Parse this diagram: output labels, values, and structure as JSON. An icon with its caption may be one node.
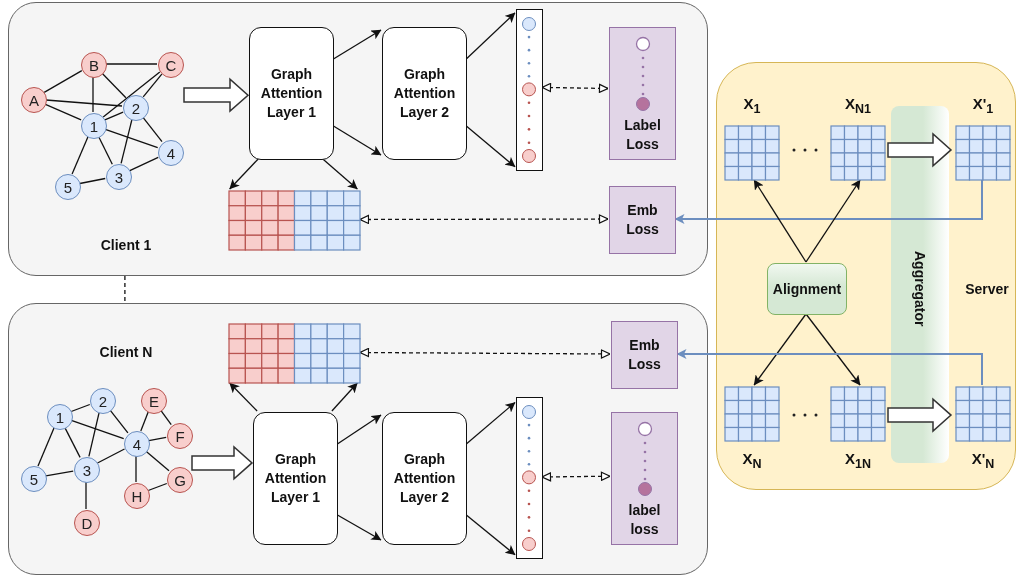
{
  "diagram": {
    "nodes": [
      {
        "text": [
          "Client 1"
        ]
      },
      {
        "text": [
          "A"
        ],
        "in": 0
      },
      {
        "text": [
          "B"
        ],
        "in": 0
      },
      {
        "text": [
          "C"
        ],
        "in": 0
      },
      {
        "text": [
          "1"
        ],
        "in": 0
      },
      {
        "text": [
          "2"
        ],
        "in": 0
      },
      {
        "text": [
          "3"
        ],
        "in": 0
      },
      {
        "text": [
          "4"
        ],
        "in": 0
      },
      {
        "text": [
          "5"
        ],
        "in": 0
      },
      {
        "text": [
          "Graph Attention Layer 1"
        ],
        "in": 0
      },
      {
        "text": [
          "Graph Attention Layer 2"
        ],
        "in": 0
      },
      {
        "text": [],
        "shape": "bar",
        "in": 0
      },
      {
        "text": [
          "Label Loss"
        ],
        "in": 0
      },
      {
        "text": [],
        "shape": "grid",
        "in": 0
      },
      {
        "text": [
          "Emb Loss"
        ],
        "in": 0
      },
      {
        "text": [
          "Server"
        ]
      },
      {
        "text": [
          "X$_{1}$"
        ],
        "in": 15
      },
      {
        "text": [
          "X$_{N1}$"
        ],
        "in": 15
      },
      {
        "text": [
          "Aggregator"
        ],
        "in": 15
      },
      {
        "text": [
          "X'$_{1}$"
        ],
        "in": 15
      },
      {
        "text": [
          "Alignment"
        ],
        "in": 15
      },
      {
        "text": [
          "X$_{N}$"
        ],
        "in": 15
      },
      {
        "text": [
          "X$_{1N}$"
        ],
        "in": 15
      },
      {
        "text": [
          "X'$_{N}$"
        ],
        "in": 15
      },
      {
        "text": [
          "Client N"
        ]
      },
      {
        "text": [],
        "shape": "grid",
        "in": 24
      },
      {
        "text": [
          "Emb Loss"
        ],
        "in": 24
      },
      {
        "text": [
          "1"
        ],
        "in": 24
      },
      {
        "text": [
          "2"
        ],
        "in": 24
      },
      {
        "text": [
          "E"
        ],
        "in": 24
      },
      {
        "text": [
          "F"
        ],
        "in": 24
      },
      {
        "text": [
          "4"
        ],
        "in": 24
      },
      {
        "text": [
          "3"
        ],
        "in": 24
      },
      {
        "text": [
          "5"
        ],
        "in": 24
      },
      {
        "text": [
          "H"
        ],
        "in": 24
      },
      {
        "text": [
          "G"
        ],
        "in": 24
      },
      {
        "text": [
          "D"
        ],
        "in": 24
      },
      {
        "text": [
          "Graph Attention Layer 1"
        ],
        "in": 24
      },
      {
        "text": [
          "Graph Attention Layer 2"
        ],
        "in": 24
      },
      {
        "text": [],
        "shape": "bar",
        "in": 24
      },
      {
        "text": [
          "label loss"
        ],
        "in": 24
      }
    ],
    "edges": [
      {
        "from": 1,
        "to": 2,
        "arrow": "none"
      },
      {
        "from": 1,
        "to": 5,
        "arrow": "none"
      },
      {
        "from": 1,
        "to": 4,
        "arrow": "none"
      },
      {
        "from": 2,
        "to": 3,
        "arrow": "none"
      },
      {
        "from": 2,
        "to": 4,
        "arrow": "none"
      },
      {
        "from": 2,
        "to": 5,
        "arrow": "none"
      },
      {
        "from": 3,
        "to": 5,
        "arrow": "none"
      },
      {
        "from": 3,
        "to": 4,
        "arrow": "none"
      },
      {
        "from": 4,
        "to": 5,
        "arrow": "none"
      },
      {
        "from": 4,
        "to": 7,
        "arrow": "none"
      },
      {
        "from": 4,
        "to": 6,
        "arrow": "none"
      },
      {
        "from": 4,
        "to": 8,
        "arrow": "none"
      },
      {
        "from": 5,
        "to": 6,
        "arrow": "none"
      },
      {
        "from": 5,
        "to": 7,
        "arrow": "none"
      },
      {
        "from": 6,
        "to": 7,
        "arrow": "none"
      },
      {
        "from": 6,
        "to": 8,
        "arrow": "none"
      },
      {
        "from": 27,
        "to": 28,
        "arrow": "none"
      },
      {
        "from": 27,
        "to": 31,
        "arrow": "none"
      },
      {
        "from": 27,
        "to": 32,
        "arrow": "none"
      },
      {
        "from": 27,
        "to": 33,
        "arrow": "none"
      },
      {
        "from": 28,
        "to": 32,
        "arrow": "none"
      },
      {
        "from": 28,
        "to": 31,
        "arrow": "none"
      },
      {
        "from": 32,
        "to": 31,
        "arrow": "none"
      },
      {
        "from": 32,
        "to": 33,
        "arrow": "none"
      },
      {
        "from": 32,
        "to": 36,
        "arrow": "none"
      },
      {
        "from": 31,
        "to": 29,
        "arrow": "none"
      },
      {
        "from": 31,
        "to": 30,
        "arrow": "none"
      },
      {
        "from": 31,
        "to": 35,
        "arrow": "none"
      },
      {
        "from": 31,
        "to": 34,
        "arrow": "none"
      },
      {
        "from": 29,
        "to": 30,
        "arrow": "none"
      },
      {
        "from": 35,
        "to": 34,
        "arrow": "none"
      },
      {
        "from": null,
        "to": 9,
        "arrow": "to",
        "style": "thick"
      },
      {
        "from": 9,
        "to": 13,
        "arrow": "to"
      },
      {
        "from": 9,
        "to": 13,
        "arrow": "to"
      },
      {
        "from": 9,
        "to": 10,
        "arrow": "to"
      },
      {
        "from": 9,
        "to": 10,
        "arrow": "to"
      },
      {
        "from": 10,
        "to": 11,
        "arrow": "to"
      },
      {
        "from": 10,
        "to": 11,
        "arrow": "to"
      },
      {
        "from": 11,
        "to": 12,
        "arrow": "both",
        "style": "dashed"
      },
      {
        "from": 13,
        "to": 14,
        "arrow": "both",
        "style": "dashed"
      },
      {
        "from": 19,
        "to": 14,
        "arrow": "to",
        "color": "#6c8ebf"
      },
      {
        "from": 20,
        "to": 16,
        "arrow": "to"
      },
      {
        "from": 20,
        "to": 17,
        "arrow": "to"
      },
      {
        "from": 20,
        "to": 21,
        "arrow": "to"
      },
      {
        "from": 20,
        "to": 22,
        "arrow": "to"
      },
      {
        "from": 17,
        "to": 19,
        "arrow": "to",
        "style": "thick"
      },
      {
        "from": 22,
        "to": 23,
        "arrow": "to",
        "style": "thick"
      },
      {
        "from": 23,
        "to": 26,
        "arrow": "to",
        "color": "#6c8ebf"
      },
      {
        "from": 0,
        "to": 24,
        "arrow": "none",
        "style": "dashed"
      },
      {
        "from": null,
        "to": 37,
        "arrow": "to",
        "style": "thick"
      },
      {
        "from": 37,
        "to": 25,
        "arrow": "to"
      },
      {
        "from": 37,
        "to": 25,
        "arrow": "to"
      },
      {
        "from": 37,
        "to": 38,
        "arrow": "to"
      },
      {
        "from": 37,
        "to": 38,
        "arrow": "to"
      },
      {
        "from": 38,
        "to": 39,
        "arrow": "to"
      },
      {
        "from": 38,
        "to": 39,
        "arrow": "to"
      },
      {
        "from": 39,
        "to": 40,
        "arrow": "both",
        "style": "dashed"
      },
      {
        "from": 25,
        "to": 26,
        "arrow": "both",
        "style": "dashed"
      }
    ]
  }
}
